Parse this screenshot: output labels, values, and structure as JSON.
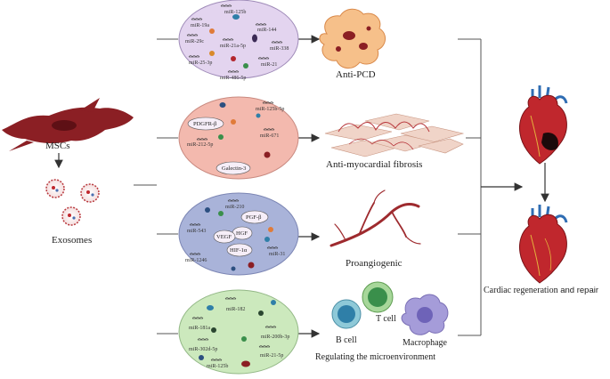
{
  "cells": {
    "mscs": "MSCs",
    "exosomes": "Exosomes",
    "b_cell": "B cell",
    "t_cell": "T cell",
    "macrophage": "Macrophage"
  },
  "outcomes": {
    "anti_pcd": "Anti-PCD",
    "anti_fibrosis": "Anti-myocardial fibrosis",
    "proangiogenic": "Proangiogenic",
    "microenvironment": "Regulating the microenvironment",
    "cardiac_a": "Cardiac regeneration",
    "cardiac_b": " and repair"
  },
  "circle1": {
    "items": [
      "miR-125b",
      "miR-19a",
      "miR-144",
      "miR-29c",
      "miR-21a-5p",
      "miR-338",
      "miR-25-3p",
      "miR-21",
      "miR-486-5p"
    ]
  },
  "circle2": {
    "pills": [
      "PDGFR-β",
      "Galectin-3"
    ],
    "items": [
      "miR-125b-5p",
      "miR-212-5p",
      "miR-671"
    ]
  },
  "circle3": {
    "pills": [
      "PGF-β",
      "HGF",
      "VEGF",
      "HIF-1α"
    ],
    "items": [
      "miR-210",
      "miR-543",
      "miR-31",
      "miR-1246"
    ]
  },
  "circle4": {
    "items": [
      "miR-182",
      "miR-181a",
      "miR-200b-3p",
      "miR-302d-5p",
      "miR-21-5p",
      "miR-125b"
    ]
  },
  "colors": {
    "circle1": "#e3d4ef",
    "circle2": "#f3b9ae",
    "circle3": "#a9b3d9",
    "circle4": "#cce9bd",
    "heart_red": "#c0272d",
    "msc_cell": "#8b1f24"
  }
}
